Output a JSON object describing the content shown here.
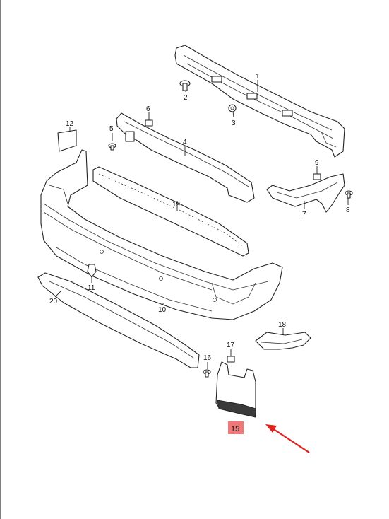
{
  "callouts": {
    "c1": "1",
    "c2": "2",
    "c3": "3",
    "c4": "4",
    "c5": "5",
    "c6": "6",
    "c7": "7",
    "c8": "8",
    "c9": "9",
    "c10": "10",
    "c11": "11",
    "c12": "12",
    "c15": "15",
    "c16": "16",
    "c17": "17",
    "c18": "18",
    "c19": "19",
    "c20": "20"
  },
  "highlight": {
    "part": "15",
    "color": "#f07878"
  },
  "arrow_color": "#e0201c"
}
